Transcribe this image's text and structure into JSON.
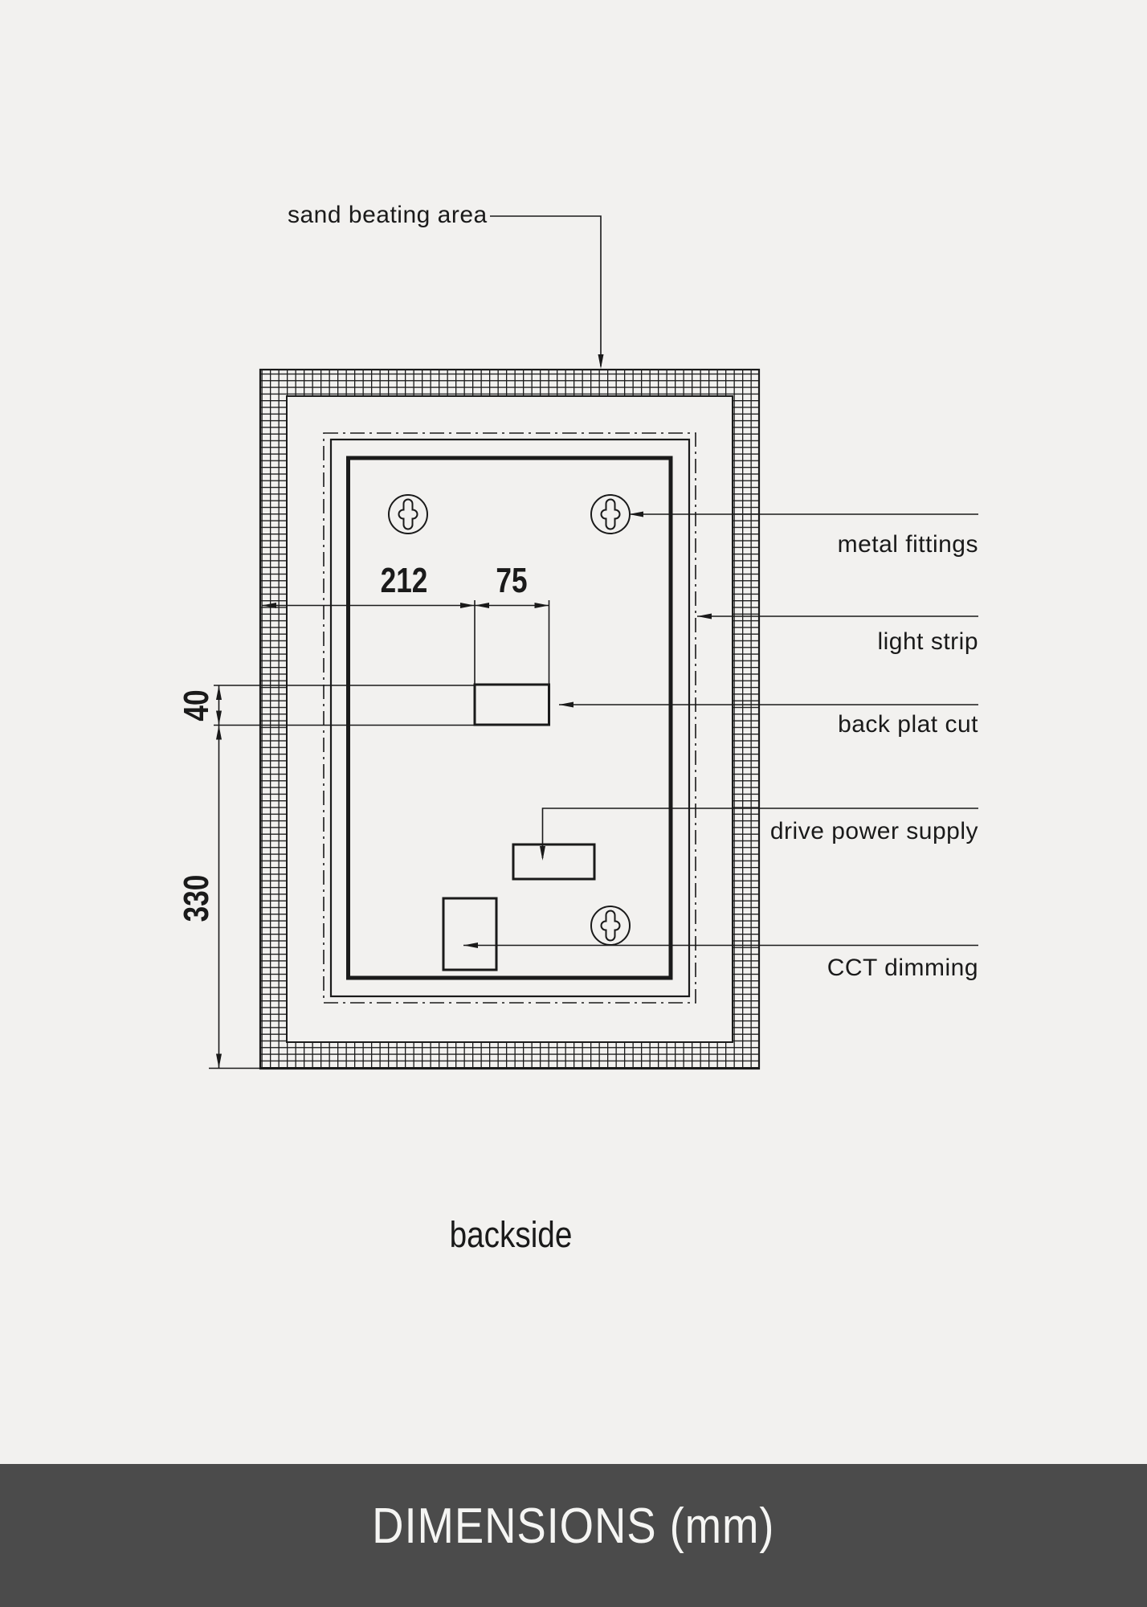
{
  "drawing": {
    "callouts": {
      "sand_beating_area": "sand beating area",
      "metal_fittings": "metal fittings",
      "light_strip": "light strip",
      "back_plat_cut": "back plat cut",
      "drive_power_supply": "drive power supply",
      "cct_dimming": "CCT dimming"
    },
    "dimensions_mm": {
      "cut_left_offset": "212",
      "cut_width": "75",
      "cut_height": "40",
      "mirror_height": "330"
    },
    "view_label": "backside"
  },
  "footer": {
    "title": "DIMENSIONS (mm)"
  },
  "colors": {
    "background": "#f2f1ef",
    "line": "#1a1a1a",
    "footer_background": "#4b4b4b",
    "footer_text": "#f5f5f3"
  }
}
